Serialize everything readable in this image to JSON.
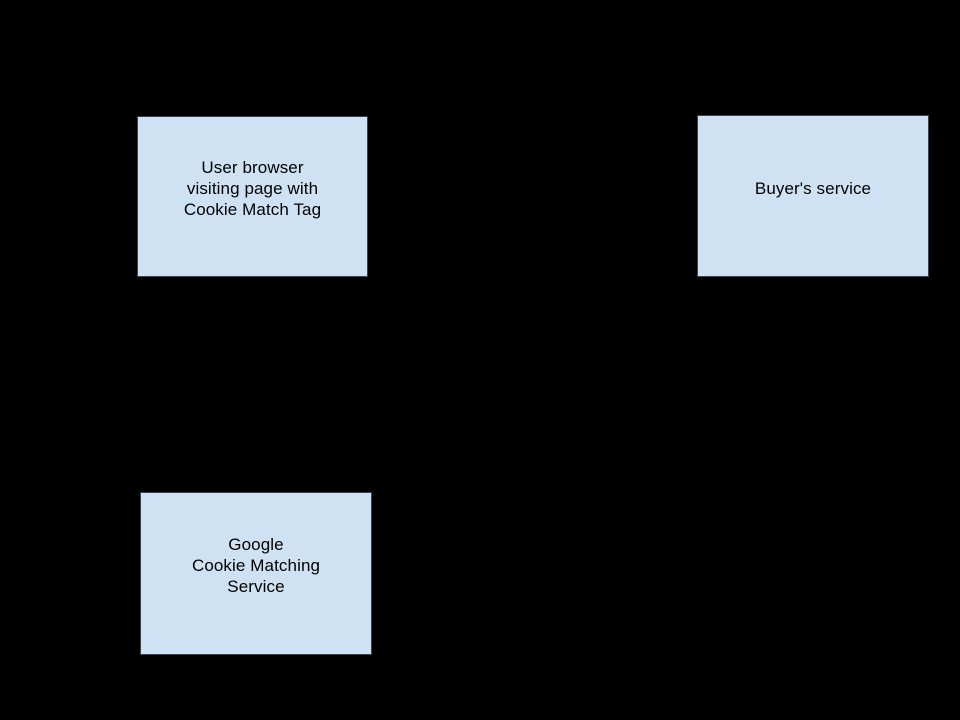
{
  "diagram": {
    "colors": {
      "background": "#000000",
      "node_fill": "#cfe2f3",
      "node_border": "#39424c",
      "text": "#000000"
    },
    "nodes": [
      {
        "id": "user-browser",
        "label": "User browser\nvisiting page with\nCookie Match Tag"
      },
      {
        "id": "buyers-service",
        "label": "Buyer's service"
      },
      {
        "id": "google-cms",
        "label": "Google\nCookie Matching\nService"
      }
    ]
  }
}
